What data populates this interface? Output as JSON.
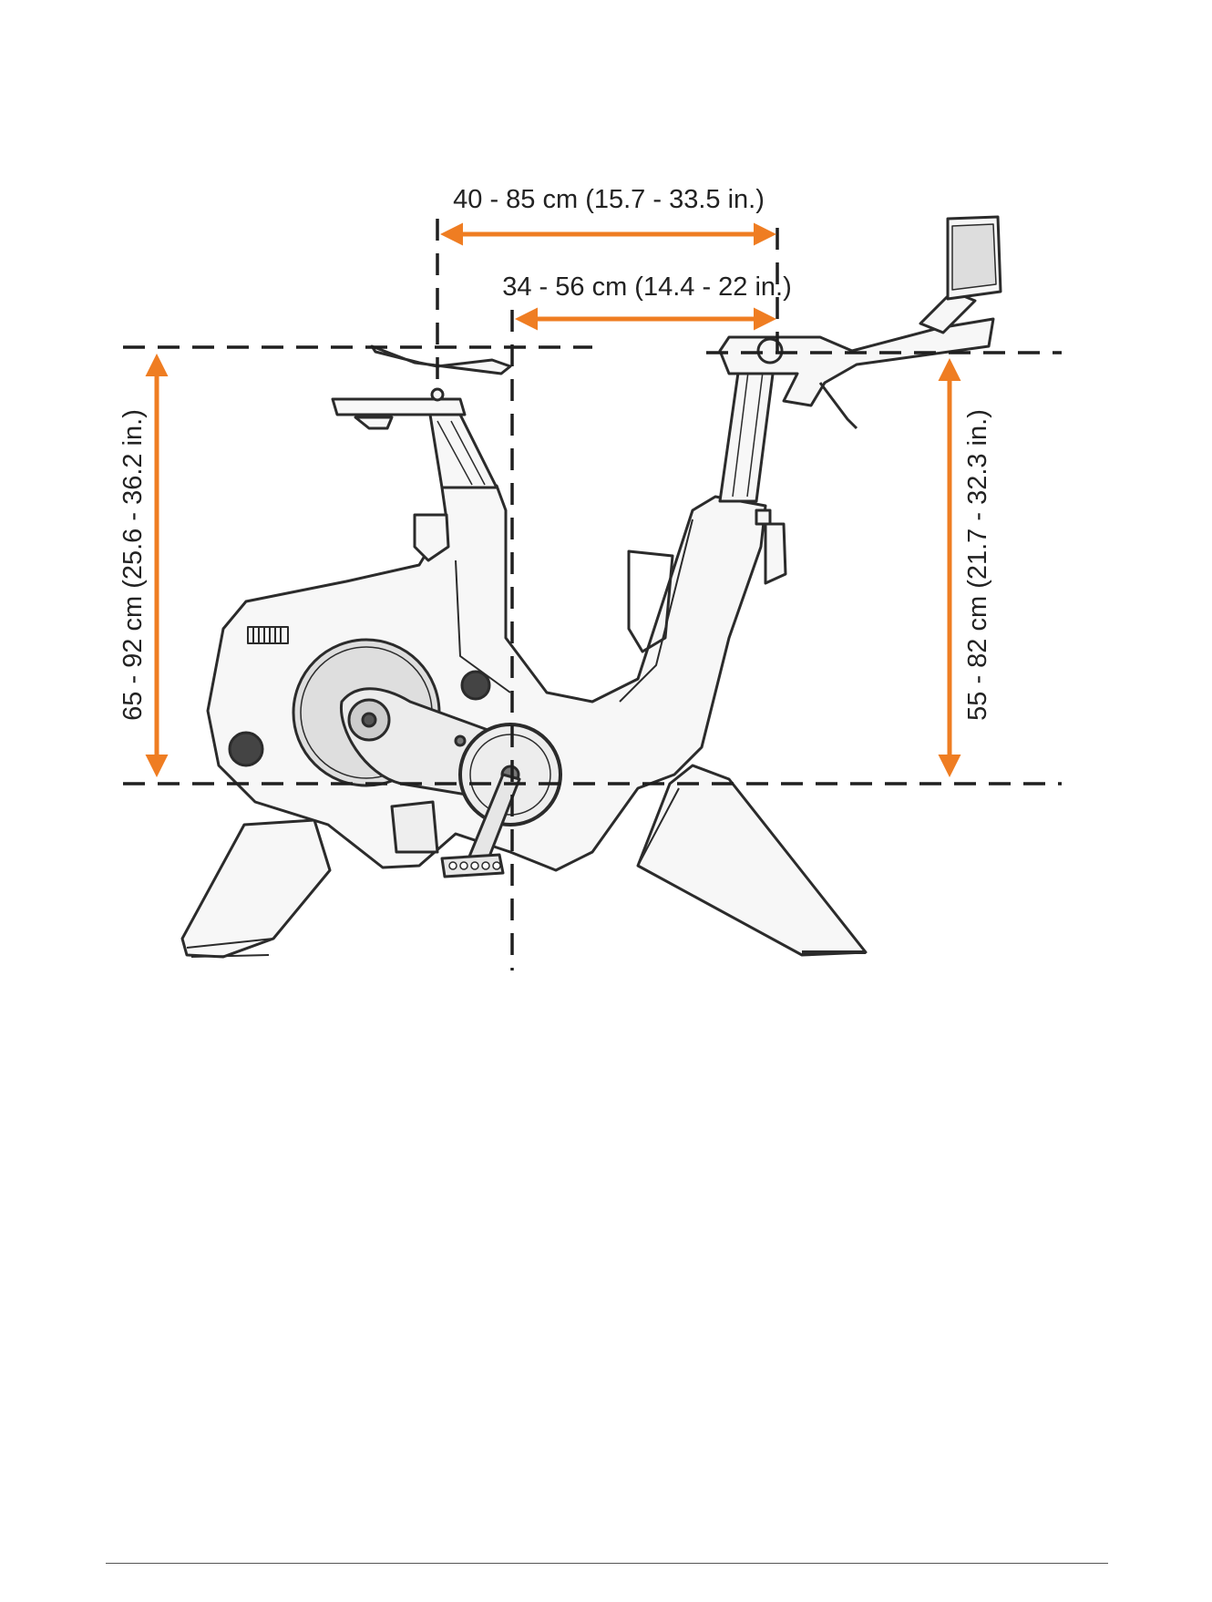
{
  "dimensions": {
    "saddle_setback": "40 - 85 cm (15.7 - 33.5 in.)",
    "handlebar_reach": "34 - 56 cm (14.4 - 22 in.)",
    "saddle_height": "65 - 92 cm (25.6 - 36.2 in.)",
    "handlebar_height": "55 - 82 cm (21.7 - 32.3 in.)"
  },
  "colors": {
    "arrow": "#ef7d22",
    "guide_line": "#1f1f1f",
    "illustration_stroke": "#2b2b2b",
    "illustration_fill": "#f7f7f7"
  }
}
